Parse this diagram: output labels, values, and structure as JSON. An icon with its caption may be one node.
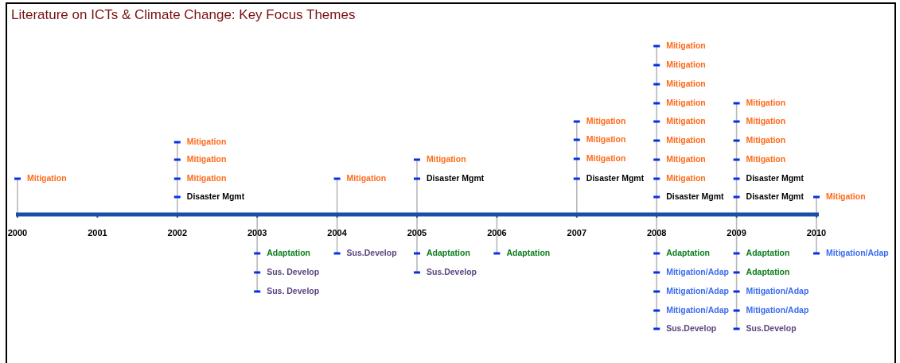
{
  "diagram": {
    "title": "Literature on ICTs & Climate Change: Key Focus Themes",
    "labels": [
      "Mitigation",
      "2000",
      "2001",
      "Mitigation",
      "Mitigation",
      "Mitigation",
      "Disaster Mgmt",
      "2002",
      "2003",
      "Adaptation",
      "Sus. Develop",
      "Sus. Develop",
      "Mitigation",
      "2004",
      "Sus.Develop",
      "Mitigation",
      "Disaster Mgmt",
      "2005",
      "Adaptation",
      "Sus.Develop",
      "2006",
      "Adaptation",
      "Mitigation",
      "Mitigation",
      "Mitigation",
      "Disaster Mgmt",
      "2007",
      "Mitigation",
      "Mitigation",
      "Mitigation",
      "Mitigation",
      "Mitigation",
      "Mitigation",
      "Mitigation",
      "Mitigation",
      "Disaster Mgmt",
      "2008",
      "Adaptation",
      "Mitigation/Adap",
      "Mitigation/Adap",
      "Mitigation/Adap",
      "Sus.Develop",
      "Mitigation",
      "Mitigation",
      "Mitigation",
      "Mitigation",
      "Disaster Mgmt",
      "Disaster Mgmt",
      "2009",
      "Adaptation",
      "Adaptation",
      "Mitigation/Adap",
      "Mitigation/Adap",
      "Sus.Develop",
      "Mitigation",
      "2010",
      "Mitigation/Adap"
    ]
  }
}
